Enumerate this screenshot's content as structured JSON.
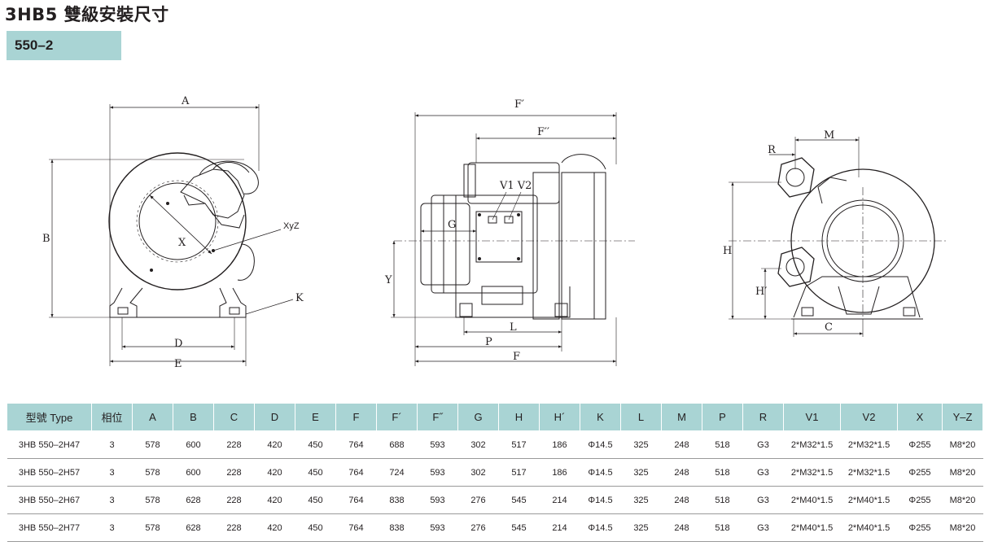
{
  "page": {
    "title": "3HB5 雙級安裝尺寸",
    "model_tag": "550–2"
  },
  "drawings": {
    "left_view": {
      "labels": {
        "a": "A",
        "b": "B",
        "d": "D",
        "e": "E",
        "x": "X",
        "xyz": "XyZ",
        "k": "K"
      }
    },
    "side_view": {
      "labels": {
        "f_prime": "F′",
        "f_dprime": "F′′",
        "v1v2": "V1 V2",
        "g": "G",
        "y": "Y",
        "l": "L",
        "p": "P",
        "f": "F"
      }
    },
    "right_view": {
      "labels": {
        "m": "M",
        "r": "R",
        "h": "H",
        "h_prime": "H′",
        "c": "C"
      }
    }
  },
  "table": {
    "headers": [
      "型號 Type",
      "相位",
      "A",
      "B",
      "C",
      "D",
      "E",
      "F",
      "F´",
      "F˝",
      "G",
      "H",
      "H´",
      "K",
      "L",
      "M",
      "P",
      "R",
      "V1",
      "V2",
      "X",
      "Y–Z"
    ],
    "rows": [
      [
        "3HB 550–2H47",
        "3",
        "578",
        "600",
        "228",
        "420",
        "450",
        "764",
        "688",
        "593",
        "302",
        "517",
        "186",
        "Φ14.5",
        "325",
        "248",
        "518",
        "G3",
        "2*M32*1.5",
        "2*M32*1.5",
        "Φ255",
        "M8*20"
      ],
      [
        "3HB 550–2H57",
        "3",
        "578",
        "600",
        "228",
        "420",
        "450",
        "764",
        "724",
        "593",
        "302",
        "517",
        "186",
        "Φ14.5",
        "325",
        "248",
        "518",
        "G3",
        "2*M32*1.5",
        "2*M32*1.5",
        "Φ255",
        "M8*20"
      ],
      [
        "3HB 550–2H67",
        "3",
        "578",
        "628",
        "228",
        "420",
        "450",
        "764",
        "838",
        "593",
        "276",
        "545",
        "214",
        "Φ14.5",
        "325",
        "248",
        "518",
        "G3",
        "2*M40*1.5",
        "2*M40*1.5",
        "Φ255",
        "M8*20"
      ],
      [
        "3HB 550–2H77",
        "3",
        "578",
        "628",
        "228",
        "420",
        "450",
        "764",
        "838",
        "593",
        "276",
        "545",
        "214",
        "Φ14.5",
        "325",
        "248",
        "518",
        "G3",
        "2*M40*1.5",
        "2*M40*1.5",
        "Φ255",
        "M8*20"
      ]
    ]
  }
}
